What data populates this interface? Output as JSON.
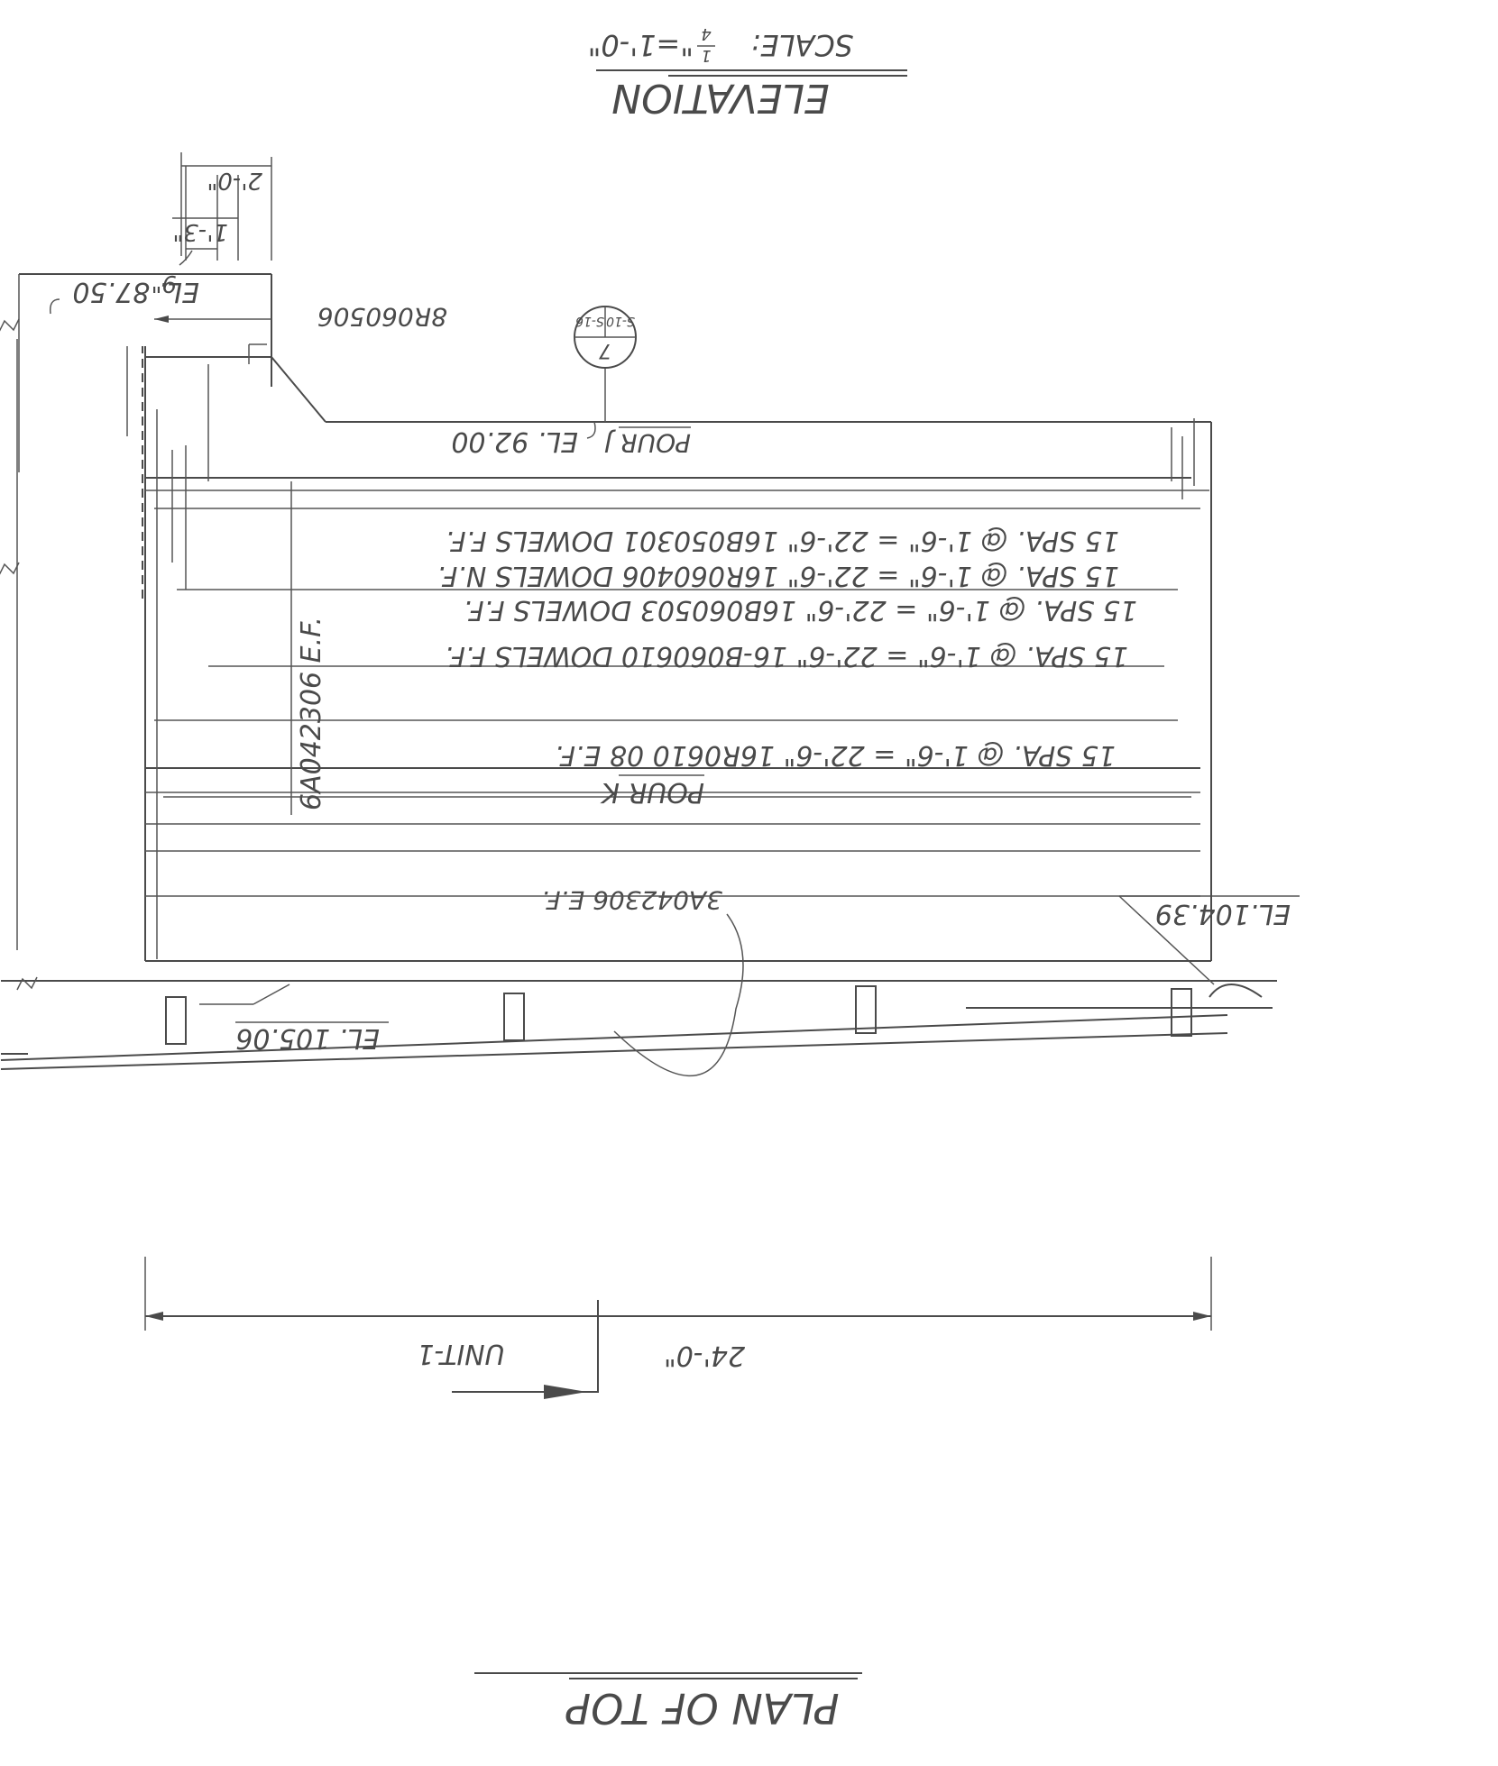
{
  "drawing": {
    "orientation": "rotated-180",
    "line_color": "#4a4a4a",
    "elevation_title": "ELEVATION",
    "elevation_scale_prefix": "SCALE: ",
    "elevation_scale_num": "1",
    "elevation_scale_den": "4",
    "elevation_scale_suffix": "\"=1'-0\"",
    "plan_title": "PLAN  OF  TOP",
    "dim_2_0": "2'-0\"",
    "dim_1_3": "1'-3\"",
    "dim_9": "9\"",
    "el_87_50": "EL. 87.50",
    "bar_8r060506": "8R060506",
    "section_num": "7",
    "section_ref_left": "S-10",
    "section_ref_right": "S-16",
    "el_92_00": "EL. 92.00",
    "pour_j": "POUR J",
    "note_1": "15 SPA. @ 1'-6\" = 22'-6\" 16B050301 DOWELS F.F.",
    "note_2": "15 SPA. @ 1'-6\" = 22'-6\" 16R060406 DOWELS N.F.",
    "note_3": "15 SPA. @ 1'-6\" = 22'-6\" 16B060503  DOWELS F.F.",
    "note_4": "15 SPA. @ 1'-6\" = 22'-6\" 16-B060610  DOWELS  F.F.",
    "note_5": "15  SPA. @ 1'-6\" = 22'-6\" 16R0610 08 E.F.",
    "vertical_note": "6A042306 E.F.",
    "pour_k": "POUR K",
    "el_104_39": "EL.104.39",
    "bar_3a042306": "3A042306 E.F.",
    "el_105_06": "EL. 105.06",
    "unit": "UNIT-1",
    "dim_24_0": "24'-0\""
  }
}
